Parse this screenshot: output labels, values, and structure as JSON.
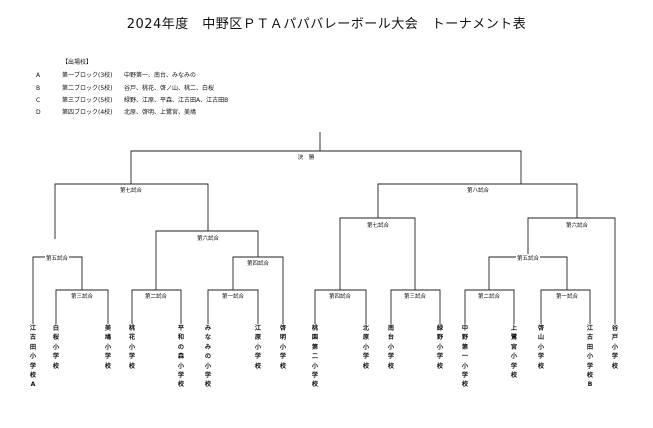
{
  "title": "2024年度　中野区ＰＴＡパパバレーボール大会　トーナメント表",
  "legend": {
    "header": "【出場校】",
    "rows": [
      {
        "key": "A",
        "block": "第一ブロック(3校)",
        "schools": "中野第一、南台、みなみの"
      },
      {
        "key": "B",
        "block": "第二ブロック(5校)",
        "schools": "谷戸、桃花、啓ノ山、桃二、白桜"
      },
      {
        "key": "C",
        "block": "第三ブロック(5校)",
        "schools": "緑野、江原、平森、江古田A、江古田B"
      },
      {
        "key": "D",
        "block": "第四ブロック(4校)",
        "schools": "北原、啓明、上鷺宮、美鳩"
      }
    ]
  },
  "matches": {
    "final": "決　勝",
    "m7": "第七試合",
    "m8": "第八試合",
    "m6l": "第六試合",
    "m6r": "第六試合",
    "m5l": "第五試合",
    "m5r": "第五試合",
    "m4": "第四試合",
    "m7r": "第七試合",
    "m3l": "第三試合",
    "m2": "第二試合",
    "m1l": "第一試合",
    "m4r": "第四試合",
    "m3r": "第三試合",
    "m2r": "第二試合",
    "m1r": "第一試合"
  },
  "schools": [
    "江古田小学校A",
    "白桜小学校",
    "美鳩小学校",
    "桃花小学校",
    "平和の森小学校",
    "みなみの小学校",
    "江原小学校",
    "啓明小学校",
    "桃園第二小学校",
    "北原小学校",
    "南台小学校",
    "緑野小学校",
    "中野第一小学校",
    "上鷺宮小学校",
    "啓山小学校",
    "江古田小学校B",
    "谷戸小学校"
  ]
}
